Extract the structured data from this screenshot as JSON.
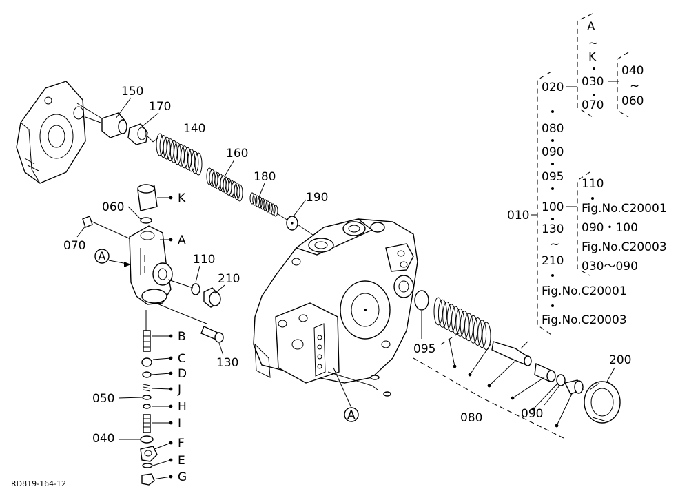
{
  "diagram": {
    "drawing_code": "RD819-164-12",
    "callout_letter": "A",
    "part_labels": [
      "150",
      "170",
      "140",
      "160",
      "180",
      "190",
      "060",
      "K",
      "070",
      "A",
      "110",
      "210",
      "B",
      "130",
      "C",
      "D",
      "J",
      "050",
      "H",
      "I",
      "040",
      "F",
      "E",
      "G",
      "095",
      "080",
      "090",
      "200"
    ],
    "tree": {
      "root": "010",
      "group_020": "020",
      "top_range": [
        "A",
        "~",
        "K"
      ],
      "top_mid": [
        "030",
        "070"
      ],
      "top_right": [
        "040",
        "~",
        "060"
      ],
      "column": [
        "080",
        "090",
        "095",
        "100",
        "130",
        "~",
        "210"
      ],
      "mid_right": [
        "110",
        "Fig.No.C20001",
        "090・100",
        "Fig.No.C20003",
        "030〜090"
      ],
      "bottom": [
        "Fig.No.C20001",
        "Fig.No.C20003"
      ]
    }
  }
}
